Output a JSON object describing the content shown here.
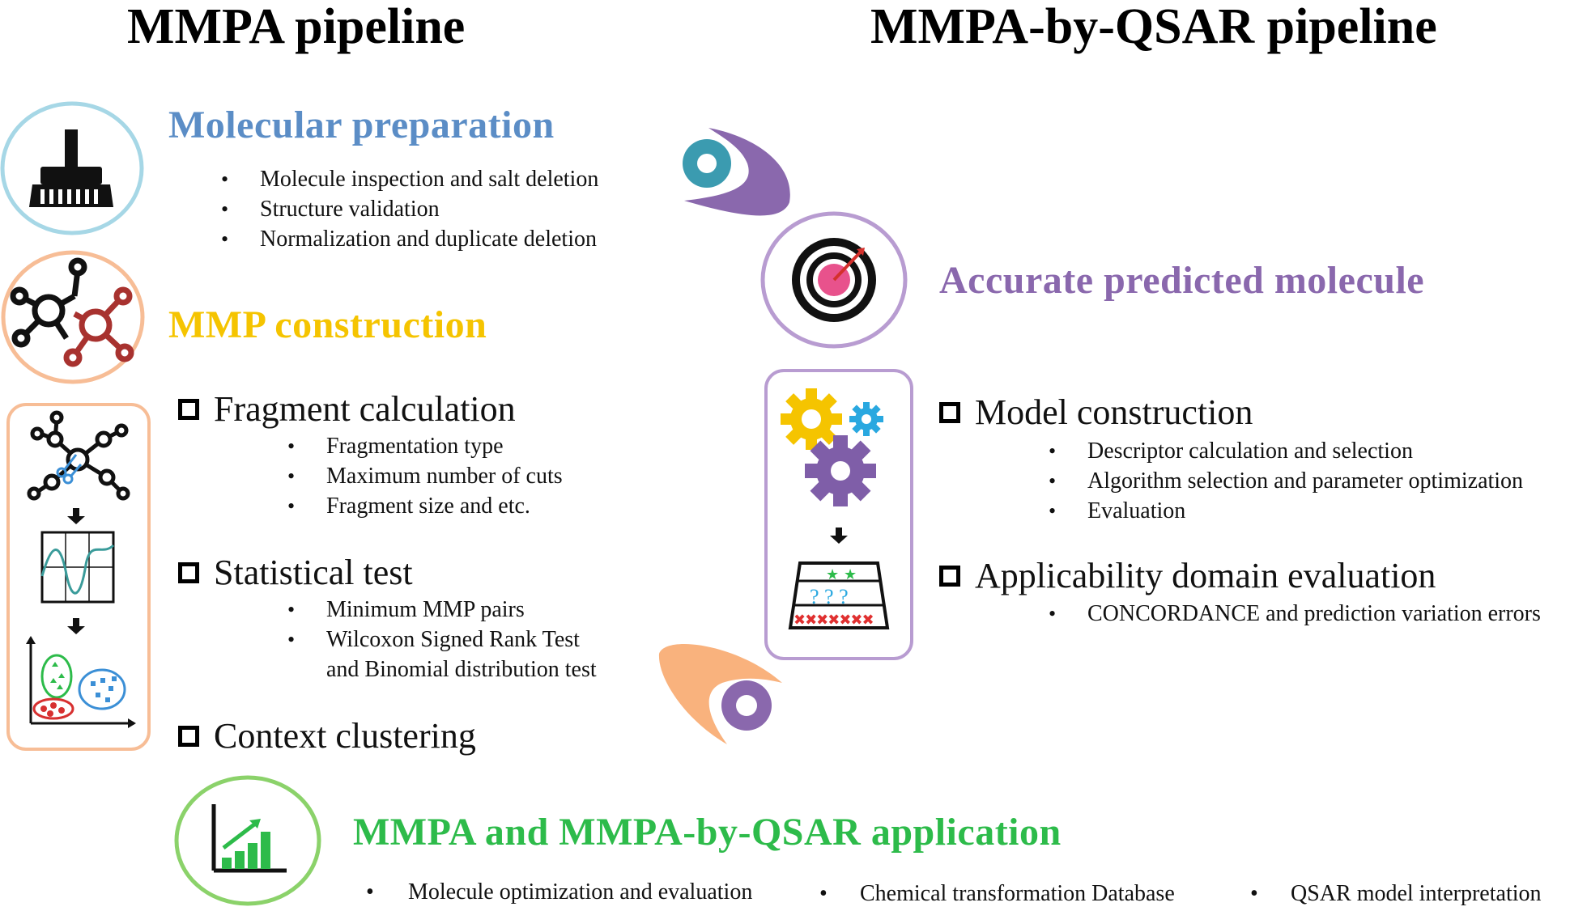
{
  "titles": {
    "left": "MMPA pipeline",
    "right": "MMPA-by-QSAR pipeline"
  },
  "colors": {
    "blue": "#5b8dc6",
    "yellow": "#f5c400",
    "purple": "#8a68ad",
    "green": "#2dbb4a",
    "orange": "#f7bd96",
    "teal": "#3b9bb0",
    "light_blue_ring": "#a6d7e6"
  },
  "molecular_preparation": {
    "title": "Molecular preparation",
    "items": [
      "Molecule inspection and salt deletion",
      "Structure validation",
      "Normalization and duplicate deletion"
    ]
  },
  "mmp_construction": {
    "title": "MMP construction",
    "fragment": {
      "title": "Fragment calculation",
      "items": [
        "Fragmentation type",
        "Maximum number of cuts",
        "Fragment size and etc."
      ]
    },
    "statistical": {
      "title": "Statistical  test",
      "items": [
        "Minimum MMP pairs",
        "Wilcoxon Signed Rank Test"
      ],
      "continuation": "and Binomial distribution test"
    },
    "context": {
      "title": "Context clustering"
    }
  },
  "accurate": {
    "title": "Accurate  predicted  molecule"
  },
  "model": {
    "title": "Model construction",
    "items": [
      "Descriptor calculation and selection",
      "Algorithm selection and parameter optimization",
      "Evaluation"
    ]
  },
  "applicability": {
    "title": "Applicability  domain evaluation",
    "items": [
      "CONCORDANCE  and prediction variation errors"
    ]
  },
  "application": {
    "title": "MMPA and MMPA-by-QSAR  application",
    "items": [
      "Molecule optimization and evaluation",
      "Chemical transformation Database",
      "QSAR  model interpretation"
    ]
  },
  "icons": {
    "broom": "broom-icon",
    "molecule": "molecule-network-icon",
    "target": "target-icon",
    "gears": "gears-icon",
    "growth_chart": "growth-chart-icon",
    "table": "question-table-icon"
  }
}
